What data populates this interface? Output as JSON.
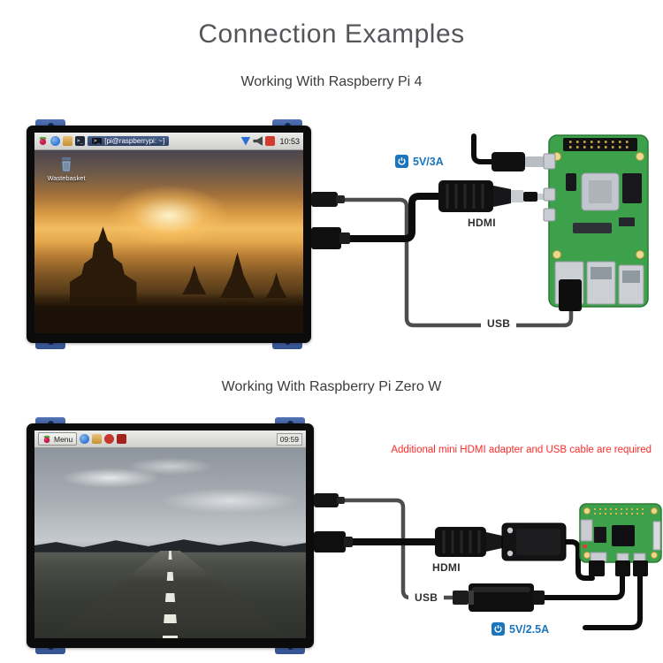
{
  "title": "Connection Examples",
  "section1": {
    "heading": "Working With Raspberry Pi 4",
    "power_label": "5V/3A",
    "hdmi_label": "HDMI",
    "usb_label": "USB",
    "screen": {
      "terminal_title": "[pi@raspberrypi: ~]",
      "time": "10:53",
      "trash_label": "Wastebasket"
    }
  },
  "section2": {
    "heading": "Working With Raspberry Pi Zero W",
    "note": "Additional mini HDMI adapter and USB cable are required",
    "power_label": "5V/2.5A",
    "hdmi_label": "HDMI",
    "usb_label": "USB",
    "screen": {
      "menu_label": "Menu",
      "time": "09:59"
    }
  },
  "colors": {
    "power_blue": "#1b75bc",
    "note_red": "#fb2b2b",
    "pcb_green": "#3da04b",
    "bracket_blue": "#3d5fa5"
  },
  "icons": {
    "power": "⏻",
    "raspberry": "raspberry-logo",
    "globe": "web-browser-globe",
    "folder": "file-manager-folder",
    "terminal": ">_",
    "wifi": "wifi-fan",
    "volume": "speaker",
    "trash": "wastebasket-can"
  }
}
